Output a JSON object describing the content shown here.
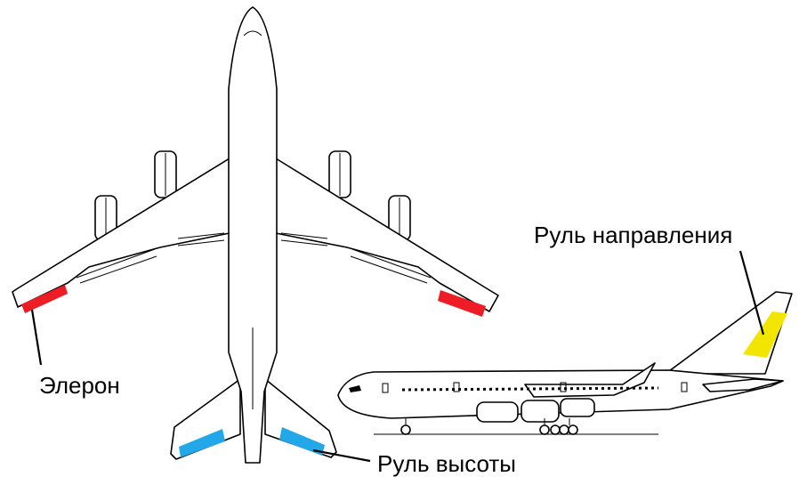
{
  "labels": {
    "aileron": "Элерон",
    "rudder": "Руль направления",
    "elevator": "Руль высоты"
  },
  "colors": {
    "aileron": "#ee1c24",
    "elevator": "#22a8e8",
    "rudder": "#f2e600",
    "outline": "#000000",
    "background": "#ffffff"
  }
}
